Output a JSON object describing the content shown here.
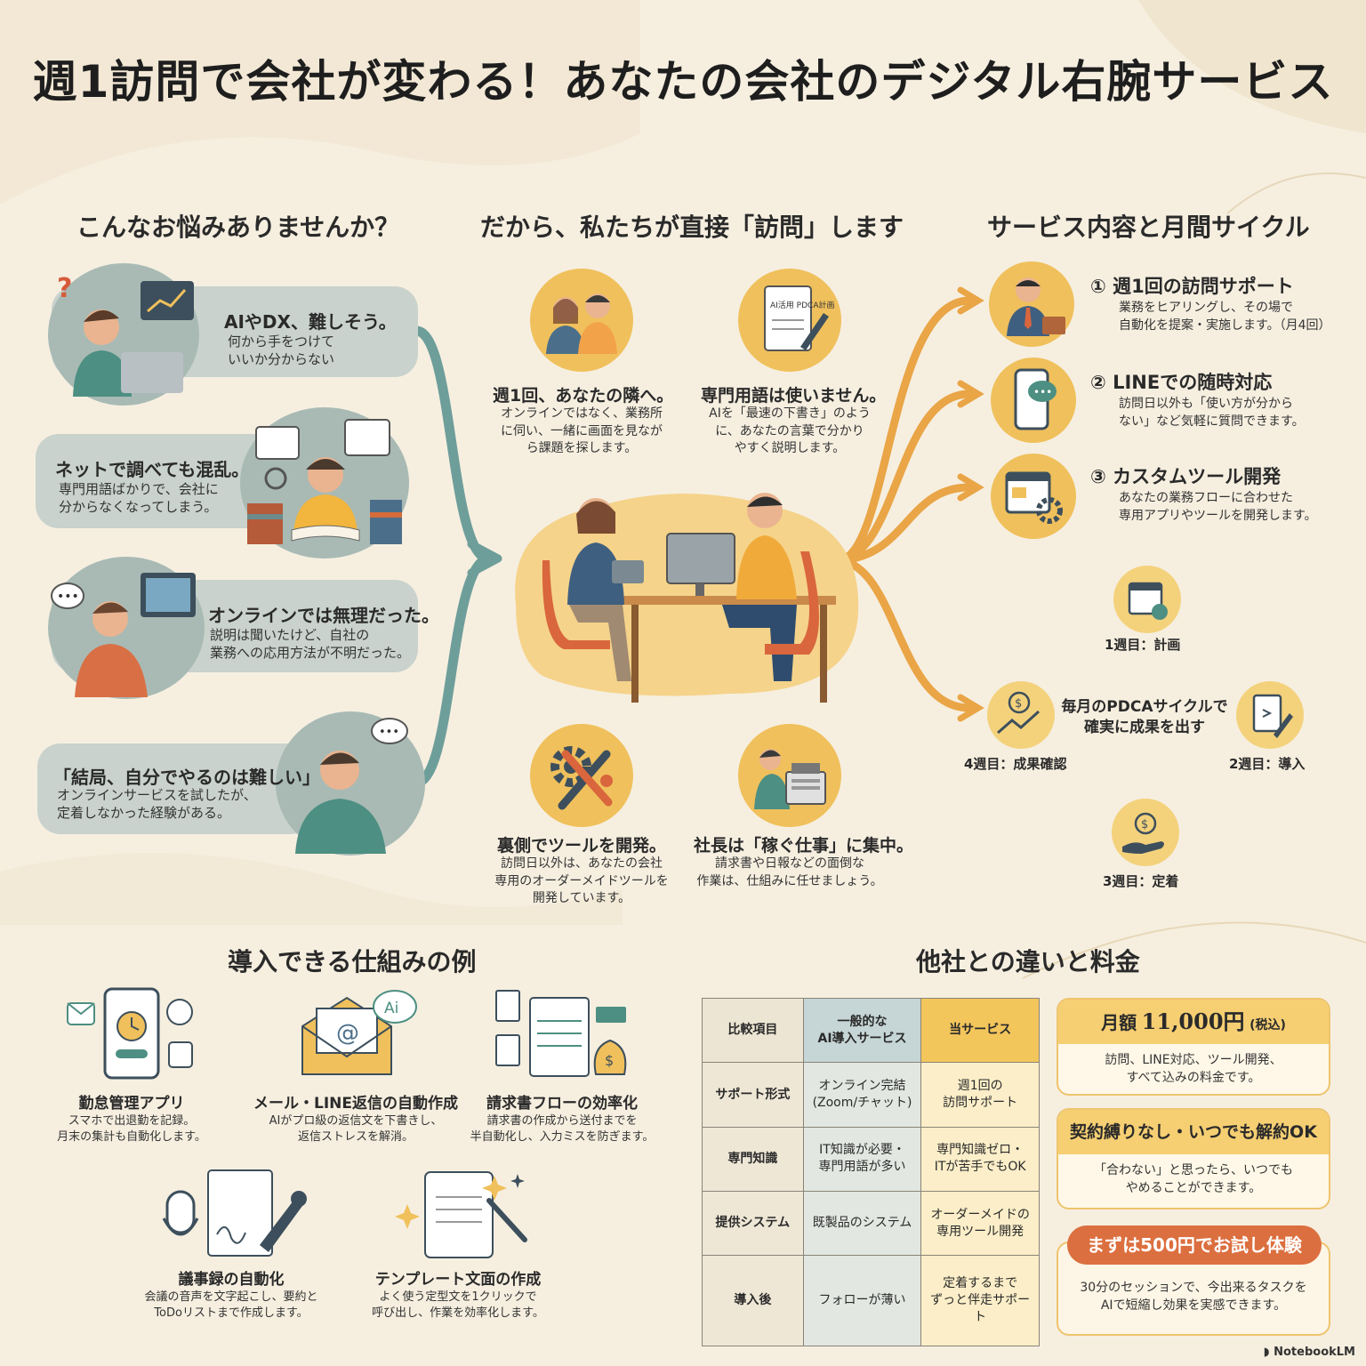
{
  "title": "週1訪問で会社が変わる！あなたの会社のデジタル右腕サービス",
  "worries": {
    "heading": "こんなお悩みありませんか？",
    "items": [
      {
        "title": "AIやDX、難しそう。",
        "desc": "何から手をつけて\nいいか分からない"
      },
      {
        "title": "ネットで調べても混乱。",
        "desc": "専門用語ばかりで、会社に\n分からなくなってしまう。"
      },
      {
        "title": "オンラインでは無理だった。",
        "desc": "説明は聞いたけど、自社の\n業務への応用方法が不明だった。"
      },
      {
        "title": "「結局、自分でやるのは難しい」",
        "desc": "オンラインサービスを試したが、\n定着しなかった経験がある。"
      }
    ]
  },
  "visit": {
    "heading": "だから、私たちが直接「訪問」します",
    "items": [
      {
        "title": "週1回、あなたの隣へ。",
        "desc": "オンラインではなく、業務所\nに伺い、一緒に画面を見なが\nら課題を探します。"
      },
      {
        "title": "専門用語は使いません。",
        "desc": "AIを「最速の下書き」のよう\nに、あなたの言葉で分かり\nやすく説明します。"
      },
      {
        "title": "裏側でツールを開発。",
        "desc": "訪問日以外は、あなたの会社\n専用のオーダーメイドツールを\n開発しています。"
      },
      {
        "title": "社長は「稼ぐ仕事」に集中。",
        "desc": "請求書や日報などの面倒な\n作業は、仕組みに任せましょう。"
      }
    ],
    "clipboard_text": "AI活用 PDCA計画"
  },
  "services": {
    "heading": "サービス内容と月間サイクル",
    "items": [
      {
        "title": "① 週1回の訪問サポート",
        "desc": "業務をヒアリングし、その場で\n自動化を提案・実施します。（月4回）"
      },
      {
        "title": "② LINEでの随時対応",
        "desc": "訪問日以外も「使い方が分から\nない」など気軽に質問できます。"
      },
      {
        "title": "③ カスタムツール開発",
        "desc": "あなたの業務フローに合わせた\n専用アプリやツールを開発します。"
      }
    ],
    "cycle": {
      "center": "毎月のPDCAサイクルで\n確実に成果を出す",
      "week1": "1週目：計画",
      "week2": "2週目：導入",
      "week3": "3週目：定着",
      "week4": "4週目：成果確認"
    }
  },
  "examples": {
    "heading": "導入できる仕組みの例",
    "items": [
      {
        "title": "勤怠管理アプリ",
        "desc": "スマホで出退勤を記録。\n月末の集計も自動化します。"
      },
      {
        "title": "メール・LINE返信の自動作成",
        "desc": "AIがプロ級の返信文を下書きし、\n返信ストレスを解消。"
      },
      {
        "title": "請求書フローの効率化",
        "desc": "請求書の作成から送付までを\n半自動化し、入力ミスを防ぎます。"
      },
      {
        "title": "議事録の自動化",
        "desc": "会議の音声を文字起こし、要約と\nToDoリストまで作成します。"
      },
      {
        "title": "テンプレート文面の作成",
        "desc": "よく使う定型文を1クリックで\n呼び出し、作業を効率化します。"
      }
    ],
    "ai_bubble": "Ai"
  },
  "comparison": {
    "heading": "他社との違いと料金",
    "headers": [
      "比較項目",
      "一般的な\nAI導入サービス",
      "当サービス"
    ],
    "rows": [
      [
        "サポート形式",
        "オンライン完結\n(Zoom/チャット)",
        "週1回の\n訪問サポート"
      ],
      [
        "専門知識",
        "IT知識が必要・\n専門用語が多い",
        "専門知識ゼロ・\nITが苦手でもOK"
      ],
      [
        "提供システム",
        "既製品のシステム",
        "オーダーメイドの\n専用ツール開発"
      ],
      [
        "導入後",
        "フォローが薄い",
        "定着するまで\nずっと伴走サポート"
      ]
    ]
  },
  "pricing": {
    "monthly_label": "月額",
    "monthly_amount": "11,000円",
    "monthly_tax": "(税込)",
    "monthly_desc": "訪問、LINE対応、ツール開発、\nすべて込みの料金です。",
    "contract_title": "契約縛りなし・いつでも解約OK",
    "contract_desc": "「合わない」と思ったら、いつでも\nやめることができます。",
    "trial_button": "まずは500円でお試し体験",
    "trial_desc": "30分のセッションで、今出来るタスクを\nAIで短縮し効果を実感できます。"
  },
  "footer": "NotebookLM",
  "colors": {
    "accent": "#f0c05c",
    "teal": "#6e9e9a",
    "orange": "#e9a546",
    "cta": "#dc6f3f"
  }
}
